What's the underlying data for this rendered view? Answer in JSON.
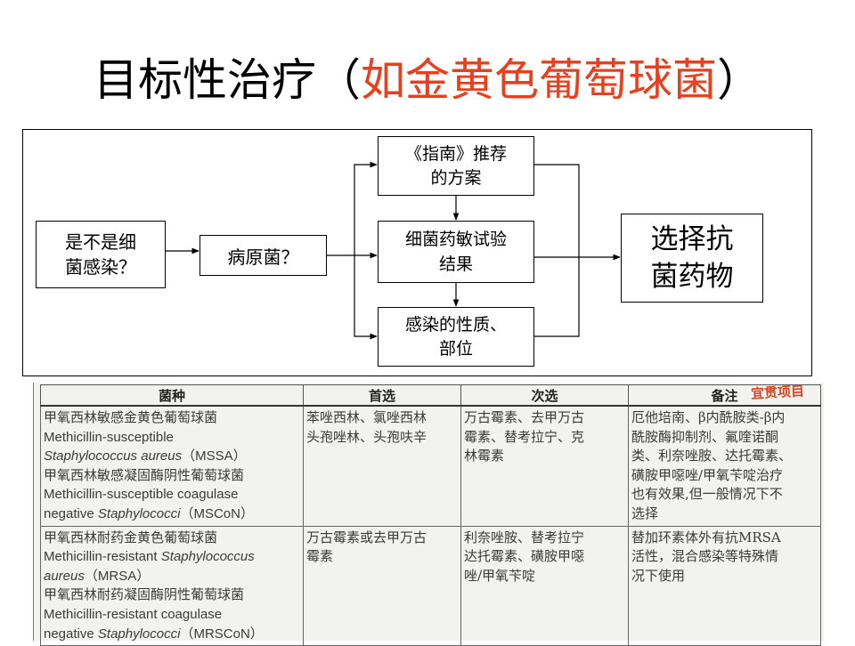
{
  "slide": {
    "title_main": "目标性治疗（",
    "title_accent": "如金黄色葡萄球菌",
    "title_close": "）"
  },
  "flow": {
    "infection": [
      "是不是细",
      "菌感染？"
    ],
    "pathogen": "病原菌？",
    "guideline": [
      "《指南》推荐",
      "的方案"
    ],
    "susceptibility": [
      "细菌药敏试验",
      "结果"
    ],
    "site": [
      "感染的性质、",
      "部位"
    ],
    "choose": [
      "选择抗",
      "菌药物"
    ]
  },
  "table": {
    "stamp": "宜贯项目",
    "headers": [
      "菌种",
      "首选",
      "次选",
      "备注"
    ],
    "rows": [
      {
        "organism": [
          "甲氧西林敏感金黄色葡萄球菌",
          "Methicillin-susceptible",
          "Staphylococcus aureus（MSSA）",
          "甲氧西林敏感凝固酶阴性葡萄球菌",
          "Methicillin-susceptible coagulase",
          "negative Staphylococci（MSCoN）"
        ],
        "first": [
          "苯唑西林、氯唑西林",
          "头孢唑林、头孢呋辛"
        ],
        "second": [
          "万古霉素、去甲万古",
          "霉素、替考拉宁、克",
          "林霉素"
        ],
        "note": [
          "厄他培南、β内酰胺类-β内",
          "酰胺酶抑制剂、氟喹诺酮",
          "类、利奈唑胺、达托霉素、",
          "磺胺甲噁唑/甲氧苄啶治疗",
          "也有效果,但一般情况下不",
          "选择"
        ]
      },
      {
        "organism": [
          "甲氧西林耐药金黄色葡萄球菌",
          "Methicillin-resistant Staphylococcus",
          "aureus（MRSA）",
          "甲氧西林耐药凝固酶阴性葡萄球菌",
          "Methicillin-resistant coagulase",
          "negative Staphylococci（MRSCoN）"
        ],
        "first": [
          "万古霉素或去甲万古",
          "霉素"
        ],
        "second": [
          "利奈唑胺、替考拉宁",
          "达托霉素、磺胺甲噁",
          "唑/甲氧苄啶"
        ],
        "note": [
          "替加环素体外有抗MRSA",
          "活性，混合感染等特殊情",
          "况下使用"
        ]
      }
    ]
  }
}
